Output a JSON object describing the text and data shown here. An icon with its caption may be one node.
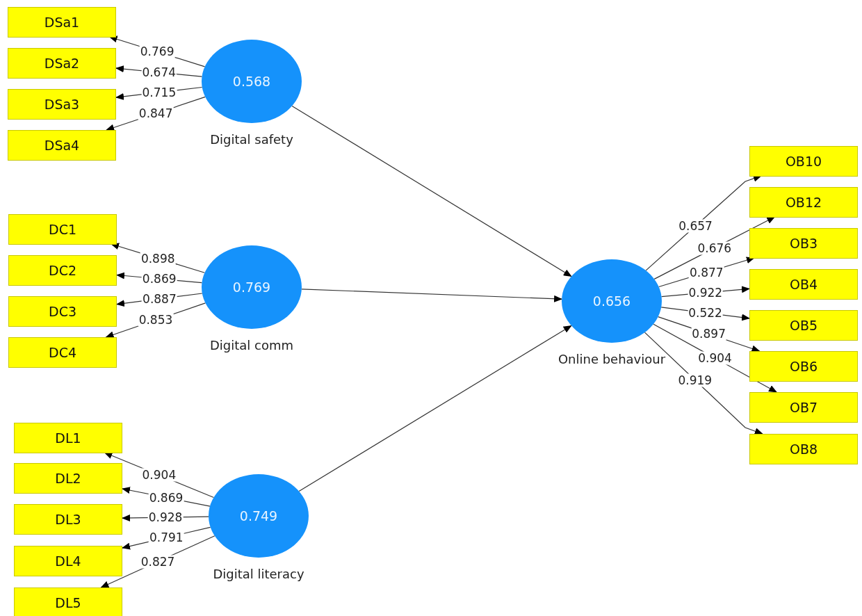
{
  "diagram": {
    "nodes": [
      {
        "text": [
          "0.568",
          "Digital safety"
        ]
      },
      {
        "text": [
          "DSa1"
        ]
      },
      {
        "text": [
          "DSa2"
        ]
      },
      {
        "text": [
          "DSa3"
        ]
      },
      {
        "text": [
          "DSa4"
        ]
      },
      {
        "text": [
          "0.769",
          "Digital comm"
        ]
      },
      {
        "text": [
          "DC1"
        ]
      },
      {
        "text": [
          "DC2"
        ]
      },
      {
        "text": [
          "DC3"
        ]
      },
      {
        "text": [
          "DC4"
        ]
      },
      {
        "text": [
          "0.749",
          "Digital literacy"
        ]
      },
      {
        "text": [
          "DL1"
        ]
      },
      {
        "text": [
          "DL2"
        ]
      },
      {
        "text": [
          "DL3"
        ]
      },
      {
        "text": [
          "DL4"
        ]
      },
      {
        "text": [
          "DL5"
        ]
      },
      {
        "text": [
          "0.656",
          "Online behaviour"
        ]
      },
      {
        "text": [
          "OB10"
        ]
      },
      {
        "text": [
          "OB12"
        ]
      },
      {
        "text": [
          "OB3"
        ]
      },
      {
        "text": [
          "OB4"
        ]
      },
      {
        "text": [
          "OB5"
        ]
      },
      {
        "text": [
          "OB6"
        ]
      },
      {
        "text": [
          "OB7"
        ]
      },
      {
        "text": [
          "OB8"
        ]
      }
    ],
    "edges": [
      {
        "from": 0,
        "to": 1,
        "arrow": "to",
        "label": "0.769"
      },
      {
        "from": 0,
        "to": 2,
        "arrow": "to",
        "label": "0.674"
      },
      {
        "from": 0,
        "to": 3,
        "arrow": "to",
        "label": "0.715"
      },
      {
        "from": 0,
        "to": 4,
        "arrow": "to",
        "label": "0.847"
      },
      {
        "from": 5,
        "to": 6,
        "arrow": "to",
        "label": "0.898"
      },
      {
        "from": 5,
        "to": 7,
        "arrow": "to",
        "label": "0.869"
      },
      {
        "from": 5,
        "to": 8,
        "arrow": "to",
        "label": "0.887"
      },
      {
        "from": 5,
        "to": 9,
        "arrow": "to",
        "label": "0.853"
      },
      {
        "from": 10,
        "to": 11,
        "arrow": "to",
        "label": "0.904"
      },
      {
        "from": 10,
        "to": 12,
        "arrow": "to",
        "label": "0.869"
      },
      {
        "from": 10,
        "to": 13,
        "arrow": "to",
        "label": "0.928"
      },
      {
        "from": 10,
        "to": 14,
        "arrow": "to",
        "label": "0.791"
      },
      {
        "from": 10,
        "to": 15,
        "arrow": "to",
        "label": "0.827"
      },
      {
        "from": 16,
        "to": 17,
        "arrow": "to",
        "label": "0.657"
      },
      {
        "from": 16,
        "to": 18,
        "arrow": "to",
        "label": "0.676"
      },
      {
        "from": 16,
        "to": 19,
        "arrow": "to",
        "label": "0.877"
      },
      {
        "from": 16,
        "to": 20,
        "arrow": "to",
        "label": "0.922"
      },
      {
        "from": 16,
        "to": 21,
        "arrow": "to",
        "label": "0.522"
      },
      {
        "from": 16,
        "to": 22,
        "arrow": "to",
        "label": "0.897"
      },
      {
        "from": 16,
        "to": 23,
        "arrow": "to",
        "label": "0.904"
      },
      {
        "from": 16,
        "to": 24,
        "arrow": "to",
        "label": "0.919"
      },
      {
        "from": 0,
        "to": 16,
        "arrow": "to"
      },
      {
        "from": 5,
        "to": 16,
        "arrow": "to"
      },
      {
        "from": 10,
        "to": 16,
        "arrow": "to"
      }
    ]
  }
}
